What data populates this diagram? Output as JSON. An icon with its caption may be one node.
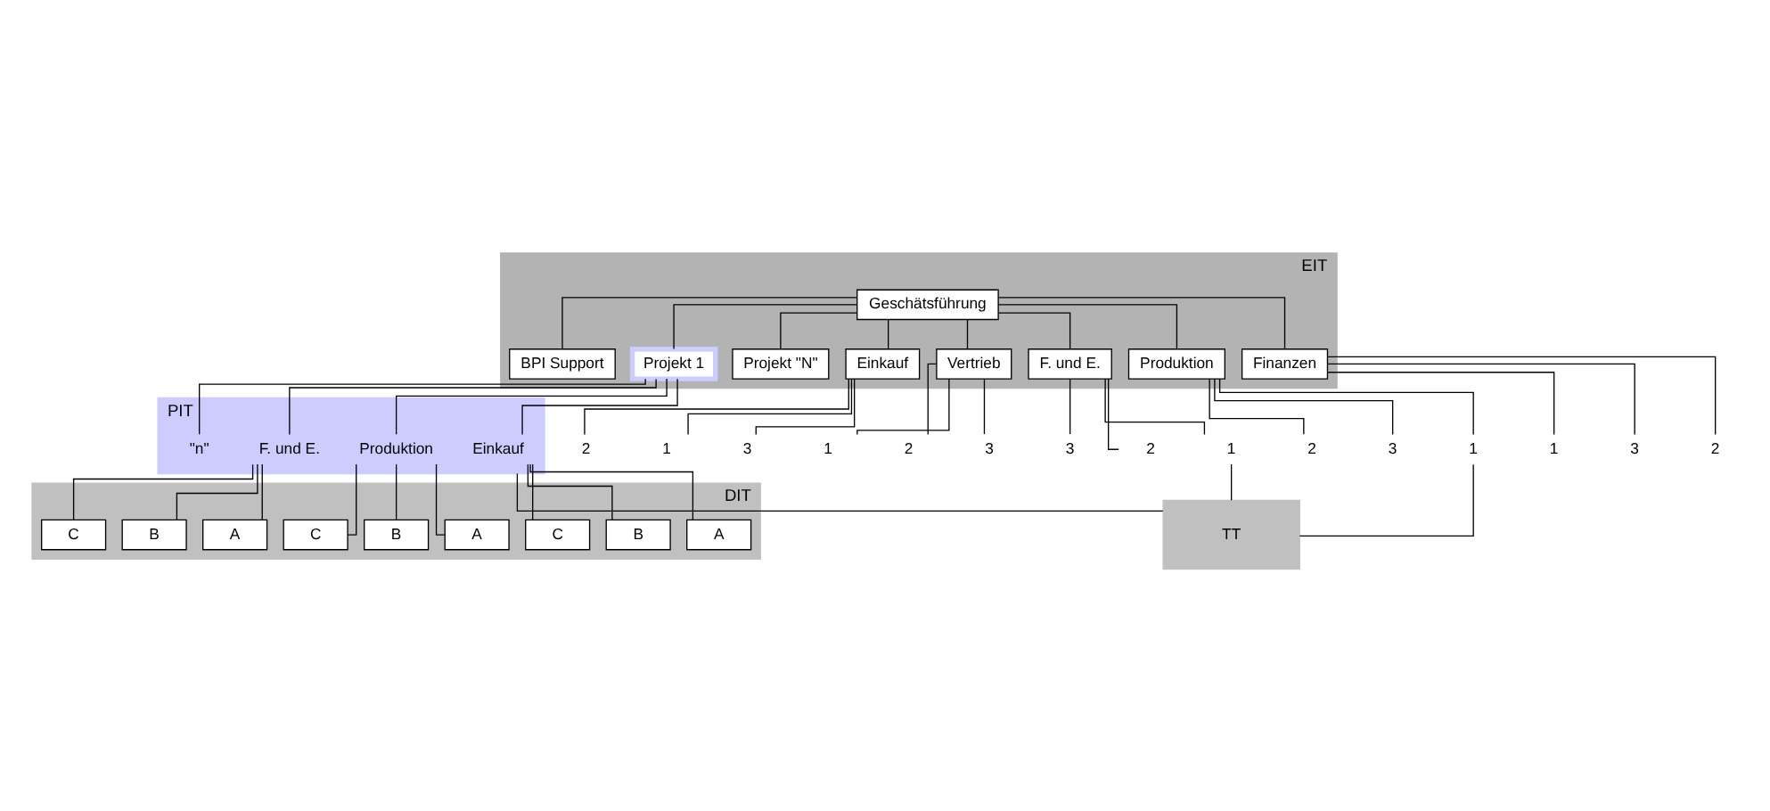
{
  "diagram": {
    "nodes": [
      {
        "text": [
          "EIT"
        ]
      },
      {
        "text": [
          "Geschätsführung"
        ],
        "in": 0
      },
      {
        "text": [
          "BPI Support"
        ],
        "in": 0
      },
      {
        "text": [
          "Projekt 1"
        ],
        "in": 0
      },
      {
        "text": [
          "Projekt \"N\""
        ],
        "in": 0
      },
      {
        "text": [
          "Einkauf"
        ],
        "in": 0
      },
      {
        "text": [
          "Vertrieb"
        ],
        "in": 0
      },
      {
        "text": [
          "F. und E."
        ],
        "in": 0
      },
      {
        "text": [
          "Produktion"
        ],
        "in": 0
      },
      {
        "text": [
          "Finanzen"
        ],
        "in": 0
      },
      {
        "text": [
          "PIT"
        ]
      },
      {
        "text": [
          "Einkauf"
        ],
        "in": 10
      },
      {
        "text": [
          "Produktion"
        ],
        "in": 10
      },
      {
        "text": [
          "F. und E."
        ],
        "in": 10
      },
      {
        "text": [
          "\"n\""
        ],
        "in": 10
      },
      {
        "text": [
          "DIT"
        ]
      },
      {
        "text": [
          "A"
        ],
        "in": 15
      },
      {
        "text": [
          "B"
        ],
        "in": 15
      },
      {
        "text": [
          "C"
        ],
        "in": 15
      },
      {
        "text": [
          "A"
        ],
        "in": 15
      },
      {
        "text": [
          "B"
        ],
        "in": 15
      },
      {
        "text": [
          "C"
        ],
        "in": 15
      },
      {
        "text": [
          "A"
        ],
        "in": 15
      },
      {
        "text": [
          "B"
        ],
        "in": 15
      },
      {
        "text": [
          "C"
        ],
        "in": 15
      },
      {
        "text": [
          "2"
        ]
      },
      {
        "text": [
          "1"
        ]
      },
      {
        "text": [
          "3"
        ]
      },
      {
        "text": [
          "1"
        ]
      },
      {
        "text": [
          "2"
        ]
      },
      {
        "text": [
          "3"
        ]
      },
      {
        "text": [
          "3"
        ]
      },
      {
        "text": [
          "2"
        ]
      },
      {
        "text": [
          "1"
        ]
      },
      {
        "text": [
          "2"
        ]
      },
      {
        "text": [
          "3"
        ]
      },
      {
        "text": [
          "1"
        ]
      },
      {
        "text": [
          "1"
        ]
      },
      {
        "text": [
          "3"
        ]
      },
      {
        "text": [
          "2"
        ]
      },
      {
        "text": [
          "TT"
        ]
      }
    ],
    "edges": [
      {
        "from": 1,
        "to": 2,
        "arrow": "none"
      },
      {
        "from": 1,
        "to": 3,
        "arrow": "none"
      },
      {
        "from": 1,
        "to": 4,
        "arrow": "none"
      },
      {
        "from": 1,
        "to": 5,
        "arrow": "none"
      },
      {
        "from": 1,
        "to": 6,
        "arrow": "none"
      },
      {
        "from": 1,
        "to": 7,
        "arrow": "none"
      },
      {
        "from": 1,
        "to": 8,
        "arrow": "none"
      },
      {
        "from": 1,
        "to": 9,
        "arrow": "none"
      },
      {
        "from": 3,
        "to": 11,
        "arrow": "none"
      },
      {
        "from": 3,
        "to": 12,
        "arrow": "none"
      },
      {
        "from": 3,
        "to": 13,
        "arrow": "none"
      },
      {
        "from": 3,
        "to": 14,
        "arrow": "none"
      },
      {
        "from": 11,
        "to": 16,
        "arrow": "none"
      },
      {
        "from": 11,
        "to": 17,
        "arrow": "none"
      },
      {
        "from": 11,
        "to": 18,
        "arrow": "none"
      },
      {
        "from": 12,
        "to": 19,
        "arrow": "none"
      },
      {
        "from": 12,
        "to": 20,
        "arrow": "none"
      },
      {
        "from": 12,
        "to": 21,
        "arrow": "none"
      },
      {
        "from": 13,
        "to": 22,
        "arrow": "none"
      },
      {
        "from": 13,
        "to": 23,
        "arrow": "none"
      },
      {
        "from": 13,
        "to": 24,
        "arrow": "none"
      },
      {
        "from": 5,
        "to": 25,
        "arrow": "none"
      },
      {
        "from": 5,
        "to": 26,
        "arrow": "none"
      },
      {
        "from": 5,
        "to": 27,
        "arrow": "none"
      },
      {
        "from": 6,
        "to": 28,
        "arrow": "none"
      },
      {
        "from": 6,
        "to": 29,
        "arrow": "none"
      },
      {
        "from": 6,
        "to": 30,
        "arrow": "none"
      },
      {
        "from": 7,
        "to": 31,
        "arrow": "none"
      },
      {
        "from": 7,
        "to": 32,
        "arrow": "none"
      },
      {
        "from": 7,
        "to": 33,
        "arrow": "none"
      },
      {
        "from": 8,
        "to": 34,
        "arrow": "none"
      },
      {
        "from": 8,
        "to": 35,
        "arrow": "none"
      },
      {
        "from": 8,
        "to": 36,
        "arrow": "none"
      },
      {
        "from": 9,
        "to": 37,
        "arrow": "none"
      },
      {
        "from": 9,
        "to": 38,
        "arrow": "none"
      },
      {
        "from": 9,
        "to": 39,
        "arrow": "none"
      },
      {
        "from": 10,
        "to": 40,
        "arrow": "none"
      },
      {
        "from": 33,
        "to": 40,
        "arrow": "none"
      },
      {
        "from": 36,
        "to": 40,
        "arrow": "none"
      }
    ]
  }
}
